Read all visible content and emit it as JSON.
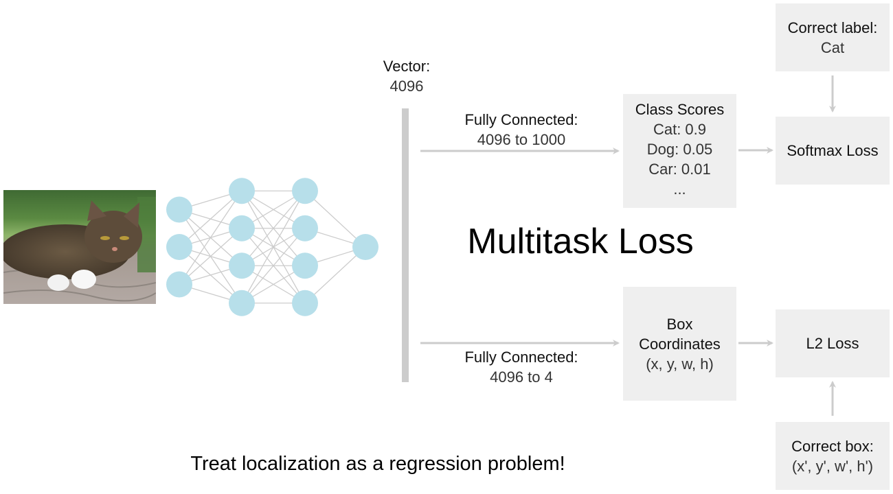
{
  "colors": {
    "neuron": "#b7dfea",
    "connection": "#cccccc",
    "box_fill": "#efefef",
    "arrow": "#cccccc"
  },
  "image": {
    "subject": "tabby cat lying on paving stones"
  },
  "network": {
    "layers": [
      3,
      4,
      4,
      1
    ]
  },
  "vector": {
    "title": "Vector:",
    "value": "4096"
  },
  "fc_top": {
    "title": "Fully Connected:",
    "value": "4096 to 1000"
  },
  "fc_bottom": {
    "title": "Fully Connected:",
    "value": "4096 to 4"
  },
  "class_scores": {
    "title": "Class Scores",
    "items": [
      "Cat: 0.9",
      "Dog: 0.05",
      "Car: 0.01",
      "..."
    ]
  },
  "box_coords": {
    "title_line1": "Box",
    "title_line2": "Coordinates",
    "value": "(x, y, w, h)"
  },
  "correct_label": {
    "title": "Correct label:",
    "value": "Cat"
  },
  "softmax": {
    "label": "Softmax Loss"
  },
  "l2": {
    "label": "L2 Loss"
  },
  "correct_box": {
    "title": "Correct box:",
    "value": "(x', y', w', h')"
  },
  "center_title": "Multitask Loss",
  "caption": "Treat localization as a regression problem!"
}
